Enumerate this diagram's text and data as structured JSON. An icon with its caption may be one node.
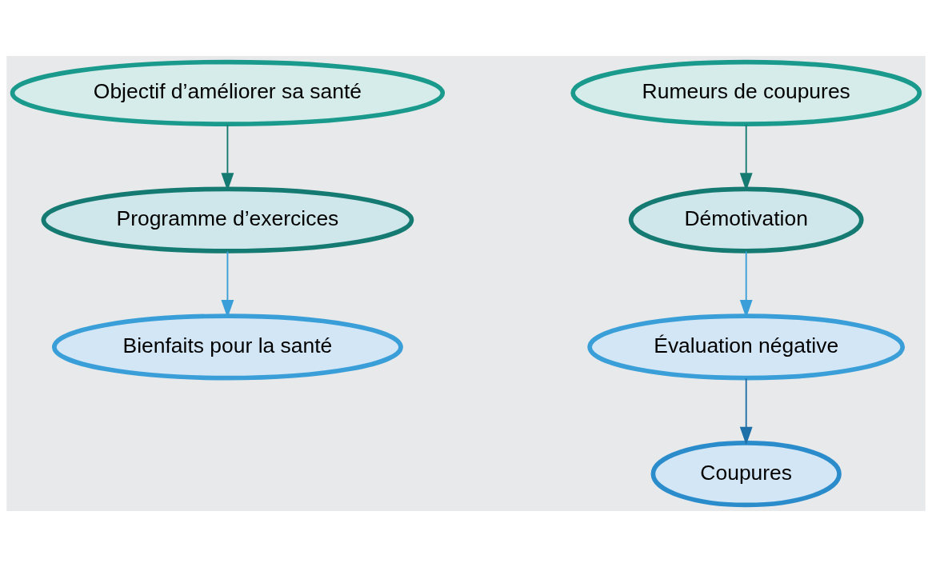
{
  "diagram": {
    "nodes": [
      {
        "text": [
          "Objectif d’améliorer sa santé"
        ]
      },
      {
        "text": [
          "Programme d’exercices"
        ]
      },
      {
        "text": [
          "Bienfaits pour la santé"
        ]
      },
      {
        "text": [
          "Rumeurs de coupures"
        ]
      },
      {
        "text": [
          "Démotivation"
        ]
      },
      {
        "text": [
          "Évaluation négative"
        ]
      },
      {
        "text": [
          "Coupures"
        ]
      }
    ],
    "edges": [
      {
        "from": 0,
        "to": 1,
        "arrow": "to",
        "color": "#147a72"
      },
      {
        "from": 1,
        "to": 2,
        "arrow": "to",
        "color": "#3a9fd8"
      },
      {
        "from": 3,
        "to": 4,
        "arrow": "to",
        "color": "#147a72"
      },
      {
        "from": 4,
        "to": 5,
        "arrow": "to",
        "color": "#3a9fd8"
      },
      {
        "from": 5,
        "to": 6,
        "arrow": "to",
        "color": "#1f6fa8"
      }
    ]
  }
}
